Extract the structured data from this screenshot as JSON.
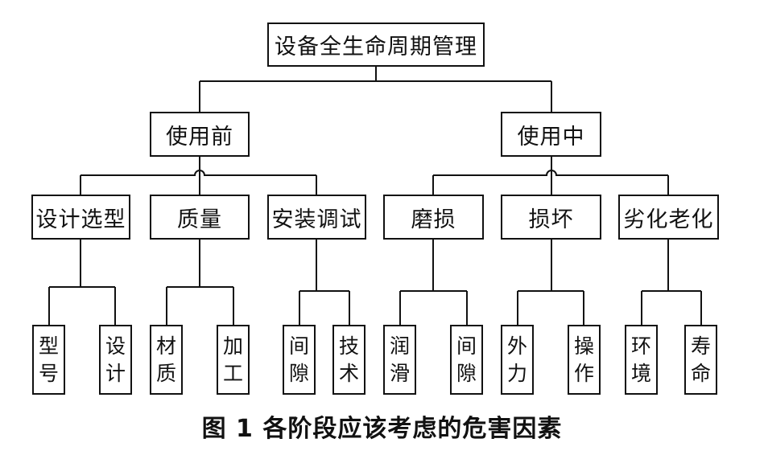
{
  "root": {
    "label": "设备全生命周期管理"
  },
  "phases": [
    {
      "label": "使用前",
      "factors": [
        {
          "label": "设计选型",
          "items": [
            "型号",
            "设计"
          ]
        },
        {
          "label": "质量",
          "items": [
            "材质",
            "加工"
          ]
        },
        {
          "label": "安装调试",
          "items": [
            "间隙",
            "技术"
          ]
        }
      ]
    },
    {
      "label": "使用中",
      "factors": [
        {
          "label": "磨损",
          "items": [
            "润滑",
            "间隙"
          ]
        },
        {
          "label": "损坏",
          "items": [
            "外力",
            "操作"
          ]
        },
        {
          "label": "劣化老化",
          "items": [
            "环境",
            "寿命"
          ]
        }
      ]
    }
  ],
  "caption": "图 1   各阶段应该考虑的危害因素"
}
